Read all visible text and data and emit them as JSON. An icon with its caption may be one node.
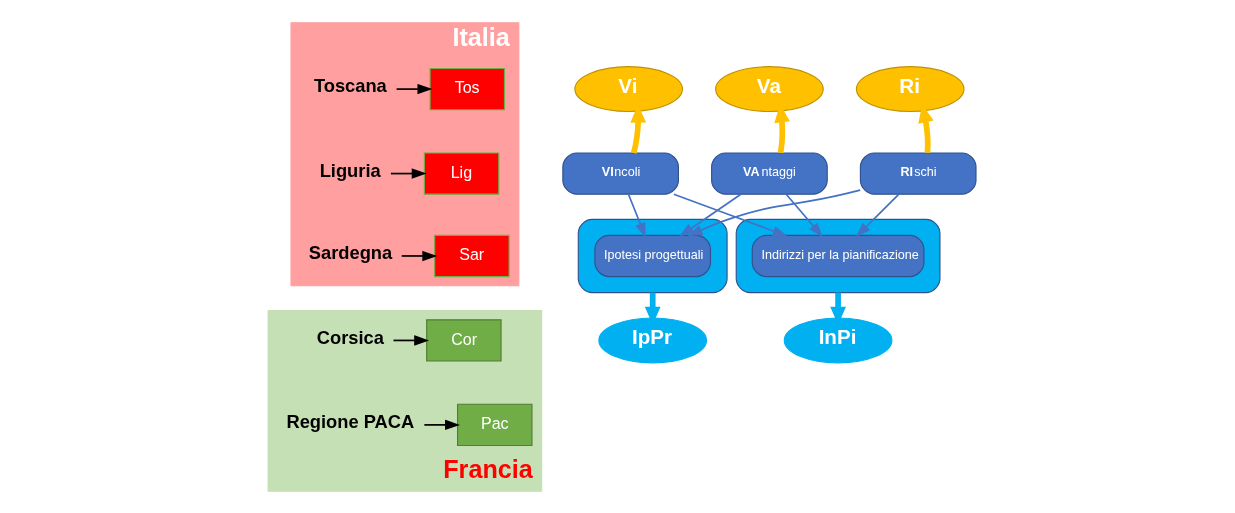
{
  "diagram": {
    "nodes": [
      {
        "text": [
          "Italia"
        ]
      },
      {
        "text": [
          "Toscana"
        ],
        "in": 0
      },
      {
        "text": [
          "Tos"
        ],
        "in": 0
      },
      {
        "text": [
          "Liguria"
        ],
        "in": 0
      },
      {
        "text": [
          "Lig"
        ],
        "in": 0
      },
      {
        "text": [
          "Sardegna"
        ],
        "in": 0
      },
      {
        "text": [
          "Sar"
        ],
        "in": 0
      },
      {
        "text": [
          "Francia"
        ]
      },
      {
        "text": [
          "Corsica"
        ],
        "in": 7
      },
      {
        "text": [
          "Cor"
        ],
        "in": 7
      },
      {
        "text": [
          "Regione PACA"
        ],
        "in": 7
      },
      {
        "text": [
          "Pac"
        ],
        "in": 7
      },
      {
        "text": [
          "Vi"
        ]
      },
      {
        "text": [
          "Va"
        ]
      },
      {
        "text": [
          "Ri"
        ]
      },
      {
        "text": [
          "**VI**ncoli"
        ]
      },
      {
        "text": [
          "**VA**ntaggi"
        ]
      },
      {
        "text": [
          "**RI**schi"
        ]
      },
      {
        "text": [],
        "shape": "ellipse"
      },
      {
        "text": [
          "Ipotesi progettuali"
        ],
        "in": 18
      },
      {
        "text": [],
        "shape": "ellipse"
      },
      {
        "text": [
          "Indirizzi per la pianificazione"
        ],
        "in": 20
      },
      {
        "text": [
          "IpPr"
        ]
      },
      {
        "text": [
          "InPi"
        ]
      }
    ],
    "edges": [
      {
        "from": 1,
        "to": 2,
        "arrow": "to",
        "color": "#000000"
      },
      {
        "from": 3,
        "to": 4,
        "arrow": "to",
        "color": "#000000"
      },
      {
        "from": 5,
        "to": 6,
        "arrow": "to",
        "color": "#000000"
      },
      {
        "from": 8,
        "to": 9,
        "arrow": "to",
        "color": "#000000"
      },
      {
        "from": 10,
        "to": 11,
        "arrow": "to",
        "color": "#000000"
      },
      {
        "from": 15,
        "to": 12,
        "arrow": "to",
        "style": "thick",
        "color": "#ffc000"
      },
      {
        "from": 16,
        "to": 13,
        "arrow": "to",
        "style": "thick",
        "color": "#ffc000"
      },
      {
        "from": 17,
        "to": 14,
        "arrow": "to",
        "style": "thick",
        "color": "#ffc000"
      },
      {
        "from": 15,
        "to": 19,
        "arrow": "to"
      },
      {
        "from": 15,
        "to": 21,
        "arrow": "to"
      },
      {
        "from": 16,
        "to": 19,
        "arrow": "to"
      },
      {
        "from": 16,
        "to": 21,
        "arrow": "to"
      },
      {
        "from": 17,
        "to": 19,
        "arrow": "to"
      },
      {
        "from": 17,
        "to": 21,
        "arrow": "to"
      },
      {
        "from": 18,
        "to": 22,
        "arrow": "to",
        "style": "thick",
        "color": "#00b0f0"
      },
      {
        "from": 20,
        "to": 23,
        "arrow": "to",
        "style": "thick",
        "color": "#00b0f0"
      }
    ]
  }
}
